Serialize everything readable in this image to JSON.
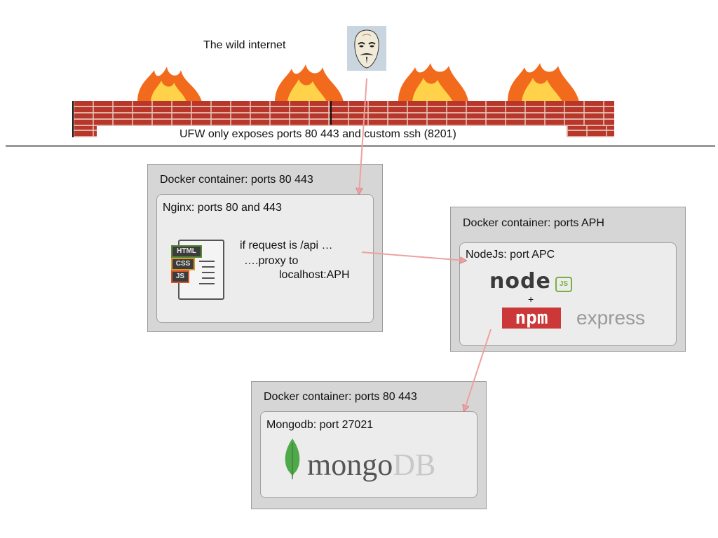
{
  "header": {
    "internet_label": "The wild internet",
    "firewall_label": "UFW only exposes ports 80 443 and custom ssh (8201)"
  },
  "nginx_container": {
    "title": "Docker container: ports 80 443",
    "inner_title": "Nginx:  ports 80 and 443",
    "note_line1": "if request is /api …",
    "note_line2": "….proxy to",
    "note_line3": "localhost:APH",
    "icon_html": "HTML",
    "icon_css": "CSS",
    "icon_js": "JS"
  },
  "node_container": {
    "title": "Docker container: ports APH",
    "inner_title": "NodeJs:  port APC",
    "node_logo": "node",
    "node_badge": "JS",
    "plus": "+",
    "npm_logo": "npm",
    "express_logo": "express"
  },
  "mongo_container": {
    "title": "Docker container: ports 80 443",
    "inner_title": "Mongodb:  port 27021",
    "logo_main": "mongo",
    "logo_db": "DB"
  },
  "colors": {
    "arrow": "#f0a0a0",
    "brick": "#b8372a",
    "fire": "#f26a1b",
    "mongo_leaf": "#4fa94a",
    "npm_red": "#cb3837",
    "node_green": "#76b041"
  }
}
